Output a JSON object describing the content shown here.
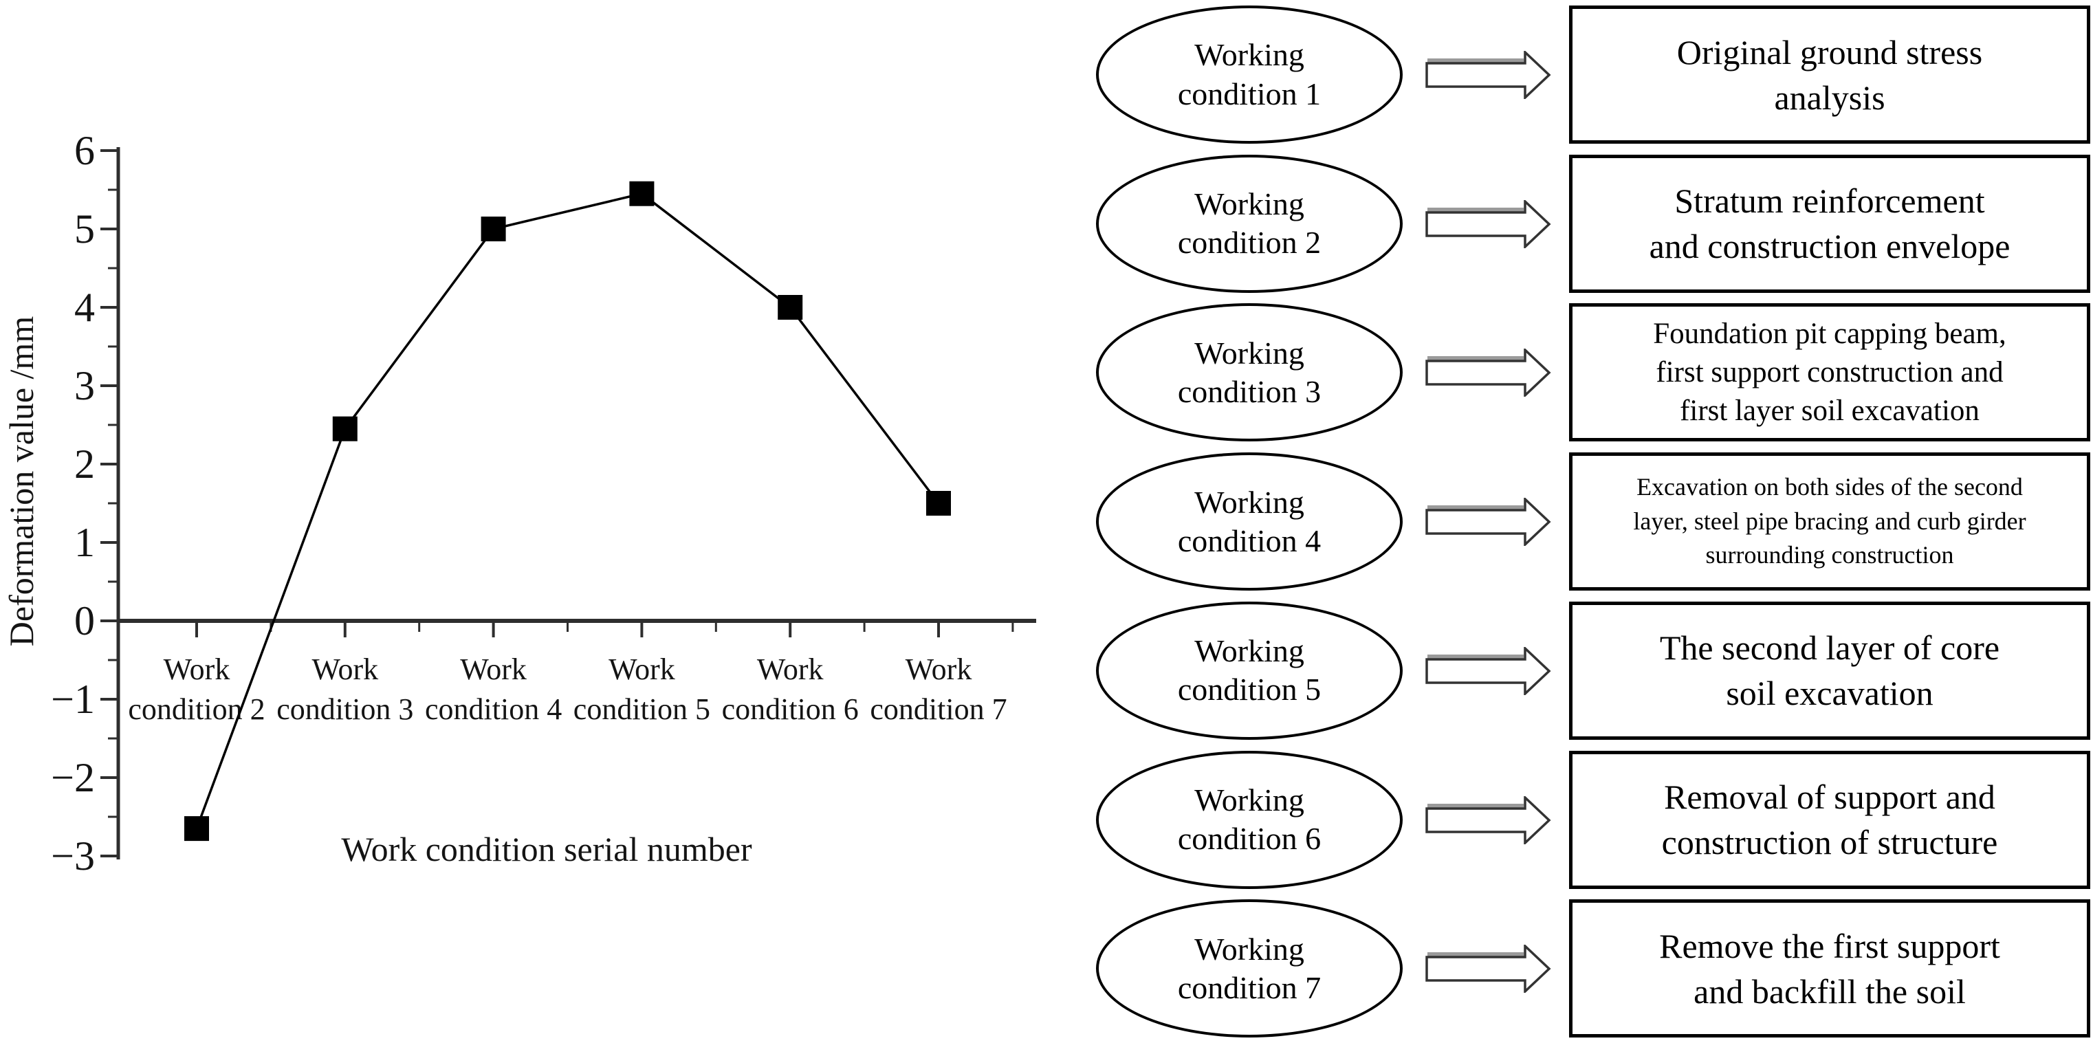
{
  "chart_data": {
    "type": "line",
    "title": "",
    "categories": [
      "Work condition 2",
      "Work condition 3",
      "Work condition 4",
      "Work condition 5",
      "Work condition 6",
      "Work condition 7"
    ],
    "values": [
      -2.65,
      2.45,
      5.0,
      5.45,
      4.0,
      1.5
    ],
    "series": [
      {
        "name": "Deformation",
        "values": [
          -2.65,
          2.45,
          5.0,
          5.45,
          4.0,
          1.5
        ]
      }
    ],
    "xlabel": "Work condition serial number",
    "ylabel": "Deformation value /mm",
    "ylim": [
      -3,
      6
    ],
    "y_tick_interval": 1,
    "y_minor_tick_interval": 0.5,
    "y_ticks": [
      6,
      5,
      4,
      3,
      2,
      1,
      0,
      -1,
      -2,
      -3
    ],
    "grid": false,
    "legend": null,
    "marker": "filled-black-square",
    "line_color": "#000000",
    "marker_color": "#000000",
    "axis_color": "#2e2e2e"
  },
  "flowchart": {
    "rows": [
      {
        "ellipse_lines": [
          "Working",
          "condition 1"
        ],
        "box_lines": [
          "Original ground stress",
          "analysis"
        ]
      },
      {
        "ellipse_lines": [
          "Working",
          "condition 2"
        ],
        "box_lines": [
          "Stratum reinforcement",
          "and construction envelope"
        ]
      },
      {
        "ellipse_lines": [
          "Working",
          "condition 3"
        ],
        "box_lines": [
          "Foundation pit capping beam,",
          "first support construction and",
          "first layer soil excavation"
        ]
      },
      {
        "ellipse_lines": [
          "Working",
          "condition 4"
        ],
        "box_lines": [
          "Excavation on both sides of the second",
          "layer, steel pipe bracing and curb girder",
          "surrounding construction"
        ]
      },
      {
        "ellipse_lines": [
          "Working",
          "condition 5"
        ],
        "box_lines": [
          "The second layer of core",
          "soil excavation"
        ]
      },
      {
        "ellipse_lines": [
          "Working",
          "condition 6"
        ],
        "box_lines": [
          "Removal of support and",
          "construction of structure"
        ]
      },
      {
        "ellipse_lines": [
          "Working",
          "condition 7"
        ],
        "box_lines": [
          "Remove the first support",
          "and backfill the soil"
        ]
      }
    ]
  }
}
